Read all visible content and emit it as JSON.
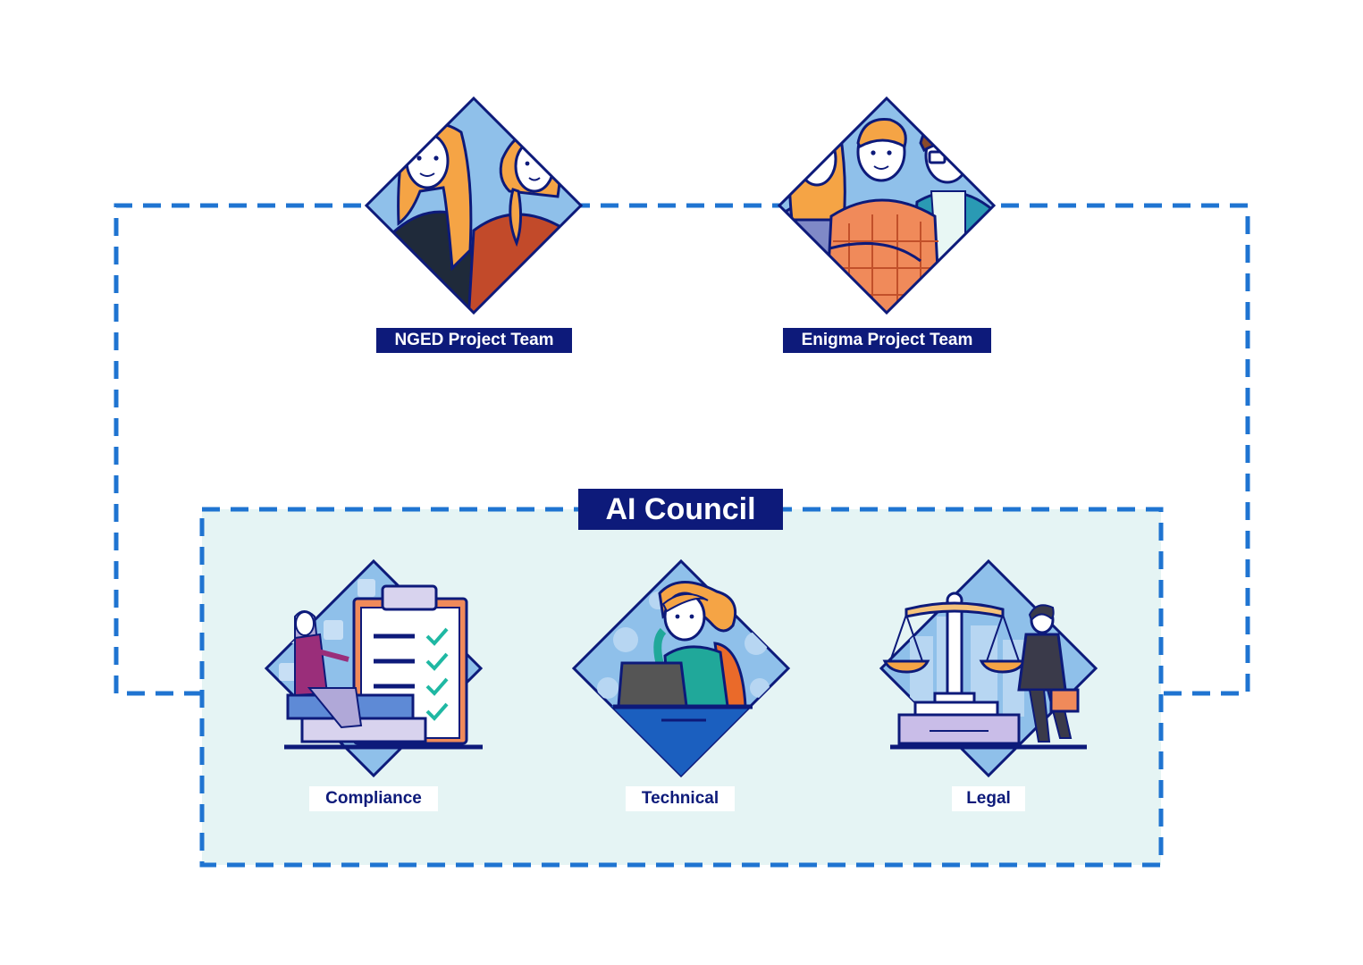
{
  "diagram": {
    "title": "AI Council",
    "colors": {
      "navy": "#0d1a7a",
      "dash_blue": "#1f74d1",
      "council_fill": "#e5f4f4",
      "diamond_light": "#8fc0ea",
      "hair_orange": "#f5a445",
      "checkmark_teal": "#1fb8a3"
    },
    "teams": [
      {
        "label": "NGED Project Team",
        "icon": "two-women-portrait-icon"
      },
      {
        "label": "Enigma Project Team",
        "icon": "three-people-portrait-icon"
      }
    ],
    "council_members": [
      {
        "label": "Compliance",
        "icon": "compliance-checklist-icon"
      },
      {
        "label": "Technical",
        "icon": "technical-laptop-icon"
      },
      {
        "label": "Legal",
        "icon": "legal-scales-icon"
      }
    ]
  }
}
